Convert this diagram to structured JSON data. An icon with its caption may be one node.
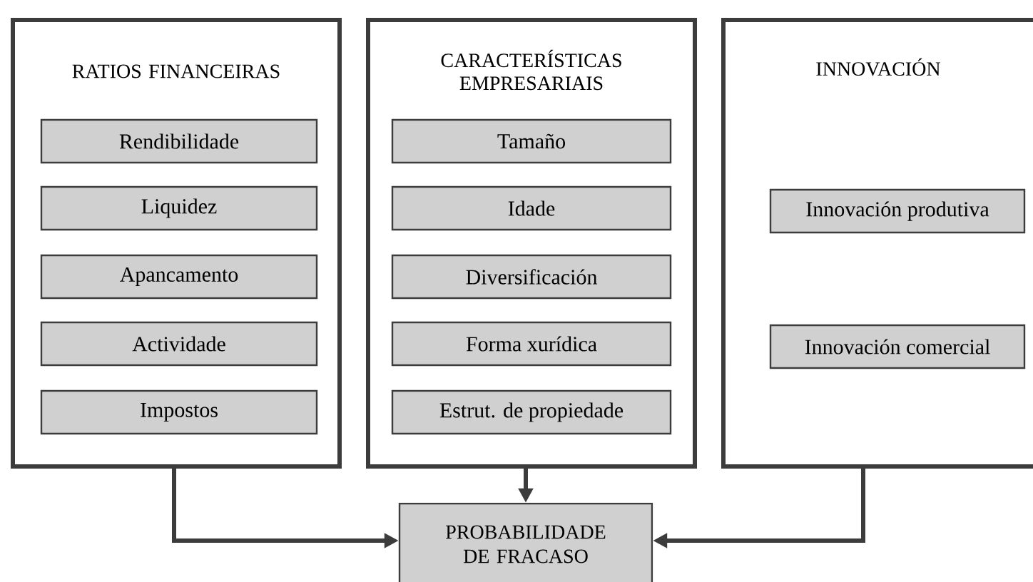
{
  "diagram": {
    "nodes": [
      {
        "text": [
          "RATIOS FINANCEIRAS"
        ]
      },
      {
        "text": [
          "Rendibilidade"
        ],
        "in": 0
      },
      {
        "text": [
          "Liquidez"
        ],
        "in": 0
      },
      {
        "text": [
          "Apancamento"
        ],
        "in": 0
      },
      {
        "text": [
          "Actividade"
        ],
        "in": 0
      },
      {
        "text": [
          "Impostos"
        ],
        "in": 0
      },
      {
        "text": [
          "CARACTERÍSTICAS EMPRESARIAIS"
        ]
      },
      {
        "text": [
          "Tamaño"
        ],
        "in": 6
      },
      {
        "text": [
          "Idade"
        ],
        "in": 6
      },
      {
        "text": [
          "Diversificación"
        ],
        "in": 6
      },
      {
        "text": [
          "Forma xurídica"
        ],
        "in": 6
      },
      {
        "text": [
          "Estrut. de propiedade"
        ],
        "in": 6
      },
      {
        "text": [
          "INNOVACIÓN"
        ]
      },
      {
        "text": [
          "Innovación produtiva"
        ],
        "in": 12
      },
      {
        "text": [
          "Innovación comercial"
        ],
        "in": 12
      },
      {
        "text": [
          "PROBABILIDADE DE FRACASO"
        ]
      }
    ],
    "edges": [
      {
        "from": 0,
        "to": 15,
        "arrow": "to"
      },
      {
        "from": 6,
        "to": 15,
        "arrow": "to"
      },
      {
        "from": 12,
        "to": 15,
        "arrow": "to"
      }
    ]
  }
}
